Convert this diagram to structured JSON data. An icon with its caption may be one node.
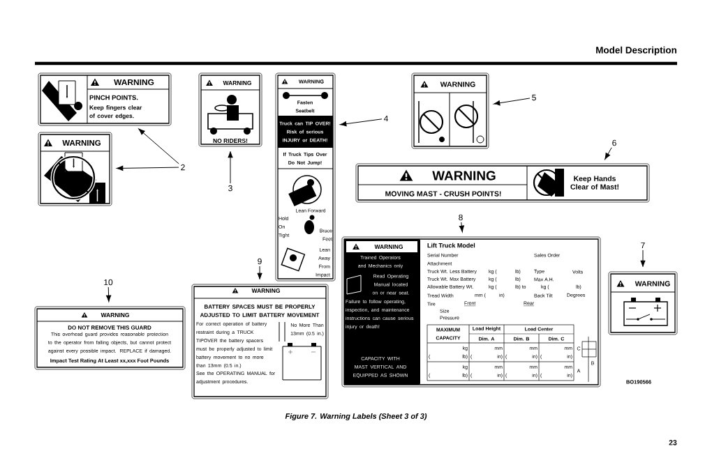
{
  "diagram": {
    "title": "Model Description",
    "caption": "Figure 7. Warning Labels (Sheet 3 of 3)",
    "nodes": [
      {
        "text": [
          "WARNING",
          "PINCH POINTS.",
          "Keep fingers clear of cover edges."
        ]
      },
      {
        "text": [
          "WARNING"
        ]
      },
      {
        "text": [
          "WARNING",
          "NO RIDERS!"
        ]
      },
      {
        "text": [
          "WARNING",
          "Fasten Seatbelt",
          "Truck can TIP OVER! Risk of serious INJURY or DEATH!",
          "If Truck Tips Over Do Not Jump!",
          "Lean Forward",
          "Hold On Tight",
          "Brace Feet",
          "Lean Away From Impact"
        ]
      },
      {
        "text": [
          "WARNING"
        ]
      },
      {
        "text": [
          "WARNING",
          "MOVING MAST - CRUSH POINTS!",
          "Keep Hands Clear of Mast!"
        ]
      },
      {
        "text": [
          "WARNING",
          "Trained Operators and Mechanics only",
          "Read Operating Manual located on or near seat.",
          "Failure to follow operating, inspection, and maintenance instructions can cause serious injury or death!",
          "CAPACITY WITH MAST VERTICAL AND EQUIPPED AS SHOWN",
          "Lift Truck Model",
          "Serial Number",
          "Sales Order",
          "Attachment",
          "Truck Wt. Less Battery",
          "kg (",
          "lb)",
          "Type",
          "Volts",
          "Truck Wt. Max Battery",
          "kg (",
          "lb)",
          "Max A.H.",
          "Allowable Battery Wt.",
          "kg (",
          "lb) to",
          "kg (",
          "lb)",
          "Tread Width",
          "mm (",
          "in)",
          "Back Tilt",
          "Degrees",
          "Tire",
          "Front",
          "Rear",
          "Size",
          "Pressure",
          "MAXIMUM CAPACITY",
          "Load Height",
          "Dim. A",
          "Load Center",
          "Dim. B",
          "Dim. C",
          "kg",
          "(",
          "lb)",
          "mm",
          "(",
          "in)",
          "mm",
          "(",
          "in)",
          "mm",
          "(",
          "in)",
          "kg",
          "(",
          "lb)",
          "mm",
          "(",
          "in)",
          "mm",
          "(",
          "in)",
          "mm",
          "(",
          "in)",
          "C",
          "B",
          "A"
        ]
      },
      {
        "text": [
          "WARNING"
        ]
      },
      {
        "text": [
          "WARNING",
          "DO NOT REMOVE THIS GUARD",
          "This overhead guard provides reasonable protection to the operator from falling objects, but cannot protect against every possible impact. REPLACE if damaged.",
          "Impact Test Rating At Least xx,xxx Foot Pounds"
        ]
      },
      {
        "text": [
          "WARNING",
          "BATTERY SPACES MUST BE PROPERLY ADJUSTED TO LIMIT BATTERY MOVEMENT",
          "For correct operation of battery restraint during a TRUCK TIPOVER the battery spacers must be properly adjusted to limit battery movement to no more than 13mm (0.5 in.)",
          "No More Than 13mm (0.5 in.)",
          "See the OPERATING MANUAL for adjustment procedures."
        ]
      },
      {
        "text": [
          "2"
        ]
      },
      {
        "text": [
          "3"
        ]
      },
      {
        "text": [
          "4"
        ]
      },
      {
        "text": [
          "5"
        ]
      },
      {
        "text": [
          "6"
        ]
      },
      {
        "text": [
          "7"
        ]
      },
      {
        "text": [
          "8"
        ]
      },
      {
        "text": [
          "9"
        ]
      },
      {
        "text": [
          "10"
        ]
      }
    ],
    "edges": [
      {
        "from": 10,
        "to": 0,
        "arrow": "to"
      },
      {
        "from": 10,
        "to": 1,
        "arrow": "to"
      },
      {
        "from": 11,
        "to": 2,
        "arrow": "to"
      },
      {
        "from": 12,
        "to": 3,
        "arrow": "to"
      },
      {
        "from": 13,
        "to": 4,
        "arrow": "to"
      },
      {
        "from": 14,
        "to": 5,
        "arrow": "to"
      },
      {
        "from": 15,
        "to": 7,
        "arrow": "to"
      },
      {
        "from": 16,
        "to": 6,
        "arrow": "to"
      },
      {
        "from": 17,
        "to": 9,
        "arrow": "to"
      },
      {
        "from": 18,
        "to": 8,
        "arrow": "to"
      }
    ],
    "labels": [
      "BO190566",
      "23"
    ]
  }
}
